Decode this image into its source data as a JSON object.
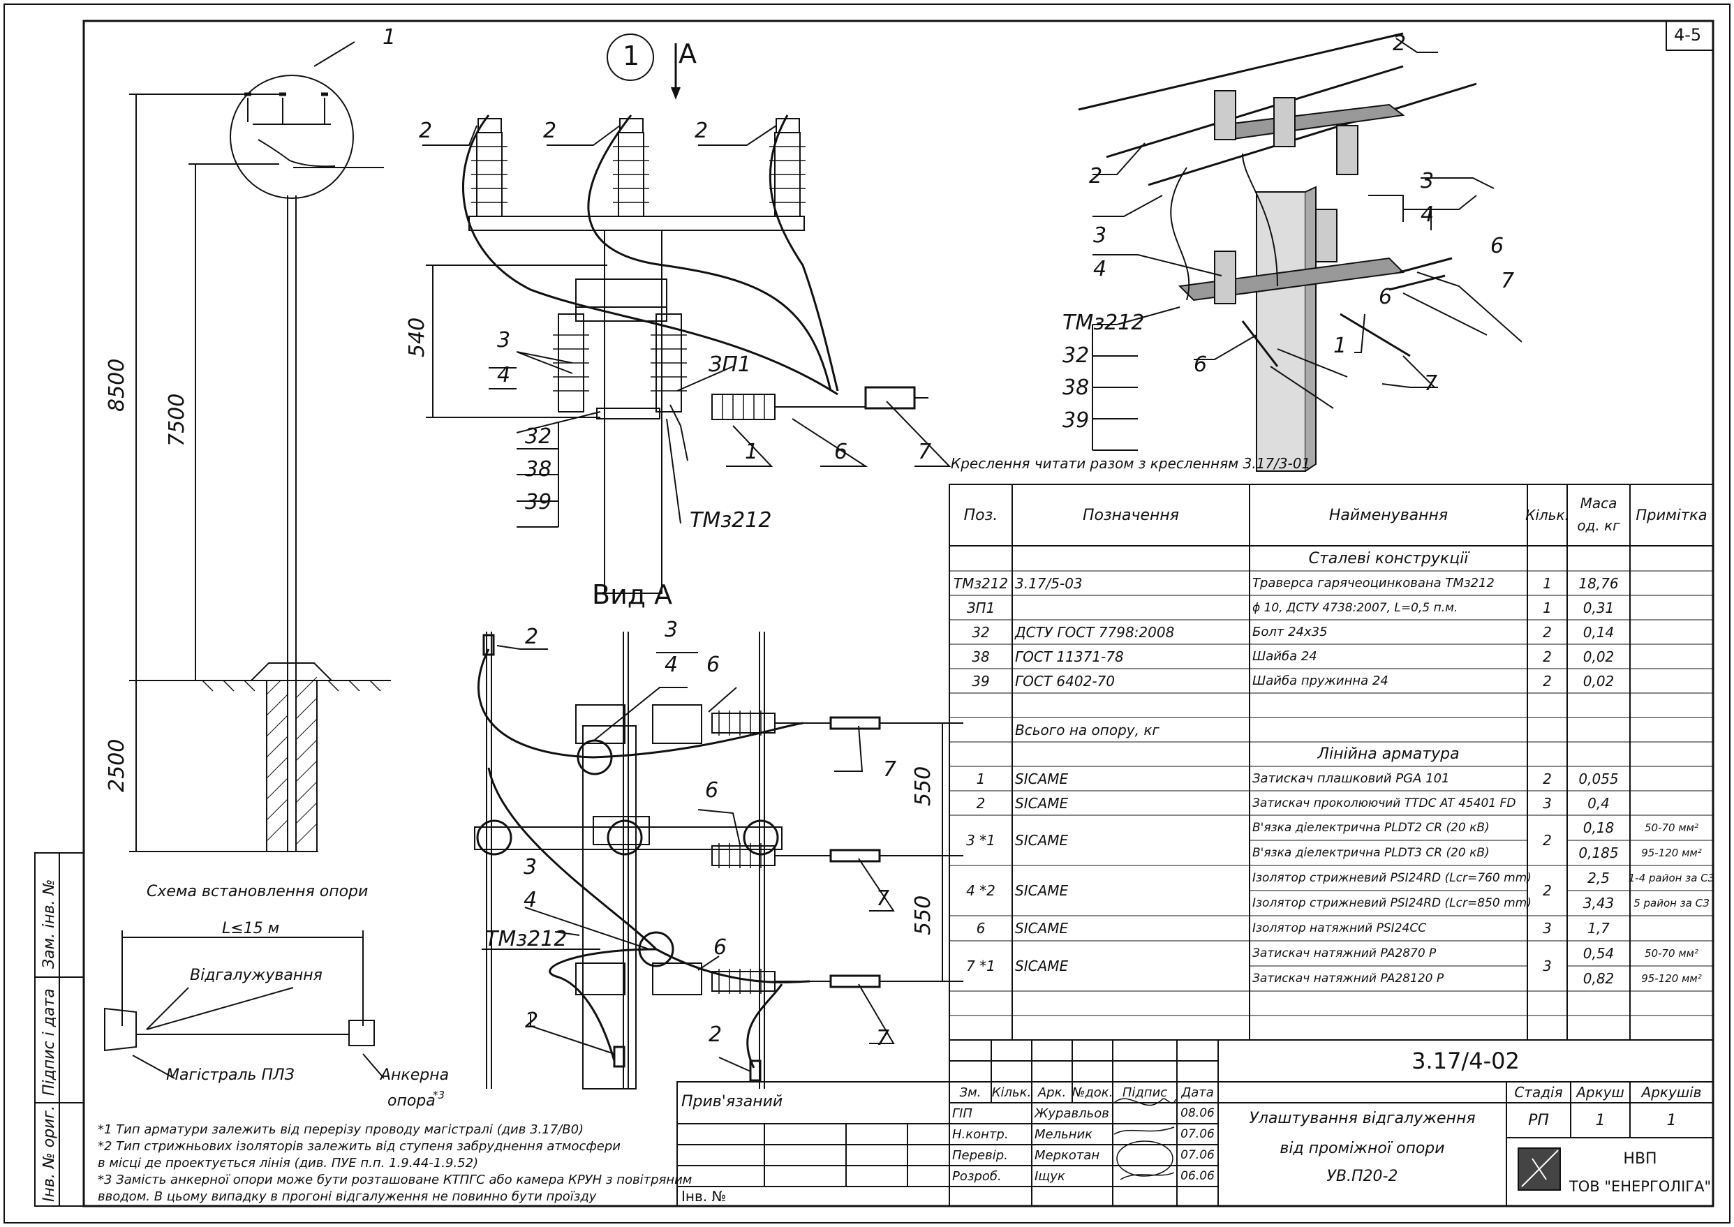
{
  "sheet_number": "4-5",
  "callouts": {
    "n1": "1",
    "n2": "2",
    "n3": "3",
    "n4": "4",
    "n6": "6",
    "n7": "7",
    "n32": "32",
    "n38": "38",
    "n39": "39",
    "zp1": "ЗП1",
    "tm": "ТМз212",
    "view_marker": "1",
    "view_letter": "А",
    "view_title": "Вид А"
  },
  "dimensions": {
    "d8500": "8500",
    "d7500": "7500",
    "d2500": "2500",
    "d540": "540",
    "d550a": "550",
    "d550b": "550",
    "span": "L≤15 м"
  },
  "scheme": {
    "title": "Схема встановлення опори",
    "branch": "Відгалужування",
    "main": "Магістраль ПЛЗ",
    "anchor1": "Анкерна",
    "anchor2": "опора",
    "anchor_note": "*3"
  },
  "drawing_note": "Креслення читати разом з кресленням 3.17/3-01",
  "footnotes": [
    "*1 Тип арматури залежить від перерізу проводу магістралі (див 3.17/В0)",
    "*2 Тип стрижньових ізоляторів залежить від ступеня забруднення атмосфери",
    "в місці де проектується лінія (див. ПУЕ п.п. 1.9.44-1.9.52)",
    "*3 Замість анкерної опори може бути розташоване КТПГС або камера КРУН з повітряним",
    "вводом. В цьому випадку в прогоні відгалуження не повинно бути проїзду"
  ],
  "side_stamps": [
    "Інв. № ориг.",
    "Підпис і дата",
    "Зам. інв. №"
  ],
  "spec": {
    "headers": [
      "Поз.",
      "Позначення",
      "Найменування",
      "Кільк.",
      "Маса од. кг",
      "Примітка"
    ],
    "mass_h1": "Маса",
    "mass_h2": "од. кг",
    "section1": "Сталеві конструкції",
    "section2": "Лінійна арматура",
    "total": "Всього на опору, кг",
    "rows1": [
      {
        "pos": "ТМз212",
        "des": "3.17/5-03",
        "name": "Траверса гарячеоцинкована ТМз212",
        "qty": "1",
        "mass": "18,76"
      },
      {
        "pos": "ЗП1",
        "des": "",
        "name": "ϕ 10, ДСТУ 4738:2007, L=0,5 п.м.",
        "qty": "1",
        "mass": "0,31"
      },
      {
        "pos": "32",
        "des": "ДСТУ ГОСТ 7798:2008",
        "name": "Болт 24х35",
        "qty": "2",
        "mass": "0,14"
      },
      {
        "pos": "38",
        "des": "ГОСТ 11371-78",
        "name": "Шайба 24",
        "qty": "2",
        "mass": "0,02"
      },
      {
        "pos": "39",
        "des": "ГОСТ 6402-70",
        "name": "Шайба пружинна 24",
        "qty": "2",
        "mass": "0,02"
      }
    ],
    "r1": {
      "pos": "1",
      "des": "SICAME",
      "name": "Затискач плашковий PGA 101",
      "qty": "2",
      "mass": "0,055"
    },
    "r2": {
      "pos": "2",
      "des": "SICAME",
      "name": "Затискач проколюючий TTDC AT 45401 FD",
      "qty": "3",
      "mass": "0,4"
    },
    "r3": {
      "pos": "3 *1",
      "des": "SICAME",
      "name_a": "В'язка діелектрична PLDT2 CR (20 кВ)",
      "name_b": "В'язка діелектрична PLDT3 CR (20 кВ)",
      "qty": "2",
      "mass_a": "0,18",
      "mass_b": "0,185",
      "note_a": "50-70 мм²",
      "note_b": "95-120 мм²"
    },
    "r4": {
      "pos": "4 *2",
      "des": "SICAME",
      "name_a": "Ізолятор стрижневий PSI24RD (Lcr=760 mm)",
      "name_b": "Ізолятор стрижневий PSI24RD (Lcr=850 mm)",
      "qty": "2",
      "mass_a": "2,5",
      "mass_b": "3,43",
      "note_a": "1-4 район за СЗ",
      "note_b": "5 район за СЗ"
    },
    "r6": {
      "pos": "6",
      "des": "SICAME",
      "name": "Ізолятор натяжний PSI24CC",
      "qty": "3",
      "mass": "1,7"
    },
    "r7": {
      "pos": "7 *1",
      "des": "SICAME",
      "name_a": "Затискач натяжний PA2870 P",
      "name_b": "Затискач натяжний PA28120 P",
      "qty": "3",
      "mass_a": "0,54",
      "mass_b": "0,82",
      "note_a": "50-70 мм²",
      "note_b": "95-120 мм²"
    }
  },
  "title_block": {
    "code": "3.17/4-02",
    "col_headers": [
      "Зм.",
      "Кільк.",
      "Арк.",
      "№док.",
      "Підпис",
      "Дата"
    ],
    "people": [
      {
        "role": "ГІП",
        "name": "Журавльов",
        "date": "08.06"
      },
      {
        "role": "Н.контр.",
        "name": "Мельник",
        "date": "07.06"
      },
      {
        "role": "Перевір.",
        "name": "Меркотан",
        "date": "07.06"
      },
      {
        "role": "Розроб.",
        "name": "Іщук",
        "date": "06.06"
      }
    ],
    "title_l1": "Улаштування відгалуження",
    "title_l2": "від проміжної опори",
    "title_l3": "УВ.П20-2",
    "stage_h": "Стадія",
    "sheet_h": "Аркуш",
    "sheets_h": "Аркушів",
    "stage": "РП",
    "sheet": "1",
    "sheets": "1",
    "org1": "НВП",
    "org2": "ТОВ \"ЕНЕРГОЛІГА\"",
    "attached": "Прив'язаний",
    "inv": "Інв. №"
  }
}
